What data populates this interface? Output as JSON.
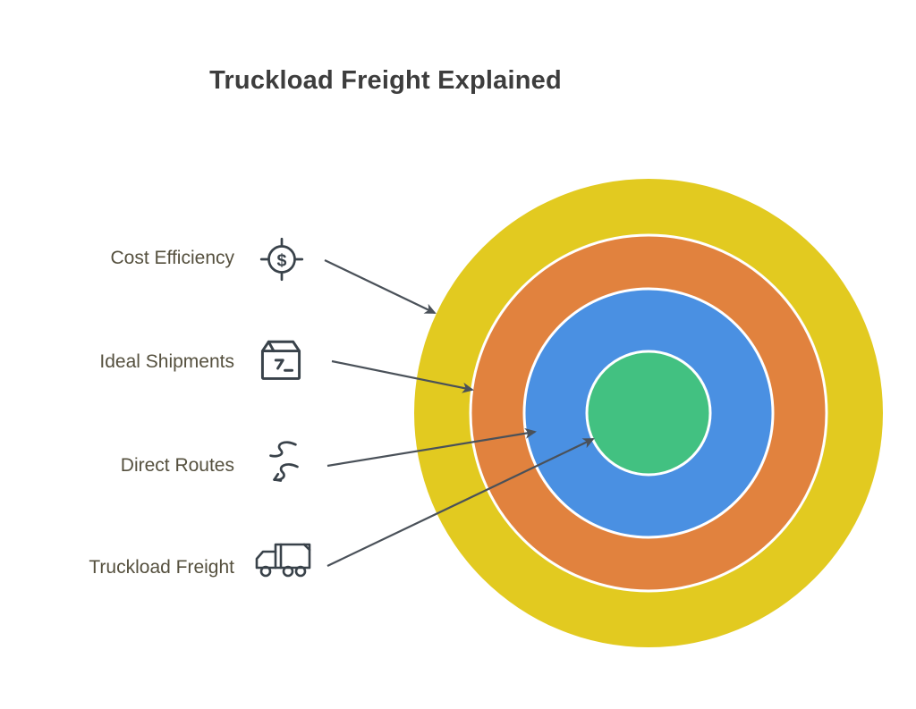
{
  "title": "Truckload Freight Explained",
  "colors": {
    "background": "#ffffff",
    "title_text": "#3d3d3d",
    "label_text": "#55503e",
    "arrow": "#4a5159",
    "icon_stroke": "#39424a"
  },
  "items": [
    {
      "label": "Cost Efficiency",
      "icon": "target-dollar-icon",
      "ring": "outer",
      "ring_color": "#e2ca20"
    },
    {
      "label": "Ideal Shipments",
      "icon": "package-icon",
      "ring": "second",
      "ring_color": "#e1823e"
    },
    {
      "label": "Direct Routes",
      "icon": "route-icon",
      "ring": "third",
      "ring_color": "#4a90e2"
    },
    {
      "label": "Truckload Freight",
      "icon": "truck-icon",
      "ring": "center",
      "ring_color": "#42c181"
    }
  ],
  "icon_glyphs": {
    "dollar": "$"
  }
}
